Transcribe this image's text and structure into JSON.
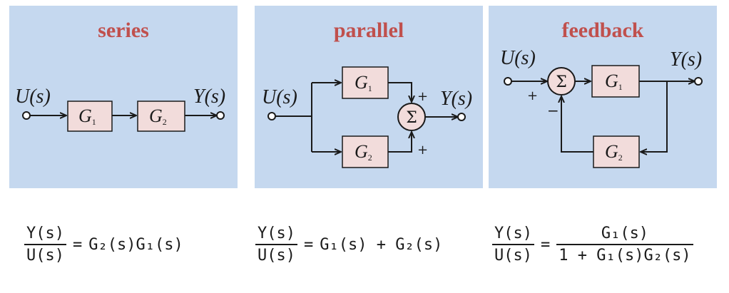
{
  "panels": {
    "series": {
      "title": "series",
      "input_label": "U(s)",
      "output_label": "Y(s)",
      "block1": {
        "name": "G",
        "sub": "1"
      },
      "block2": {
        "name": "G",
        "sub": "2"
      }
    },
    "parallel": {
      "title": "parallel",
      "input_label": "U(s)",
      "output_label": "Y(s)",
      "block1": {
        "name": "G",
        "sub": "1"
      },
      "block2": {
        "name": "G",
        "sub": "2"
      },
      "sum_symbol": "Σ",
      "sign_top": "+",
      "sign_bottom": "+"
    },
    "feedback": {
      "title": "feedback",
      "input_label": "U(s)",
      "output_label": "Y(s)",
      "block1": {
        "name": "G",
        "sub": "1"
      },
      "block2": {
        "name": "G",
        "sub": "2"
      },
      "sum_symbol": "Σ",
      "sign_input": "+",
      "sign_feedback": "−"
    }
  },
  "formulas": {
    "series": {
      "numerator": "Y(s)",
      "denominator": "U(s)",
      "equals": "=",
      "rhs": "G₂(s)G₁(s)"
    },
    "parallel": {
      "numerator": "Y(s)",
      "denominator": "U(s)",
      "equals": "=",
      "rhs": "G₁(s) + G₂(s)"
    },
    "feedback": {
      "numerator": "Y(s)",
      "denominator": "U(s)",
      "equals": "=",
      "rhs_numerator": "G₁(s)",
      "rhs_denominator": "1 + G₁(s)G₂(s)"
    }
  }
}
